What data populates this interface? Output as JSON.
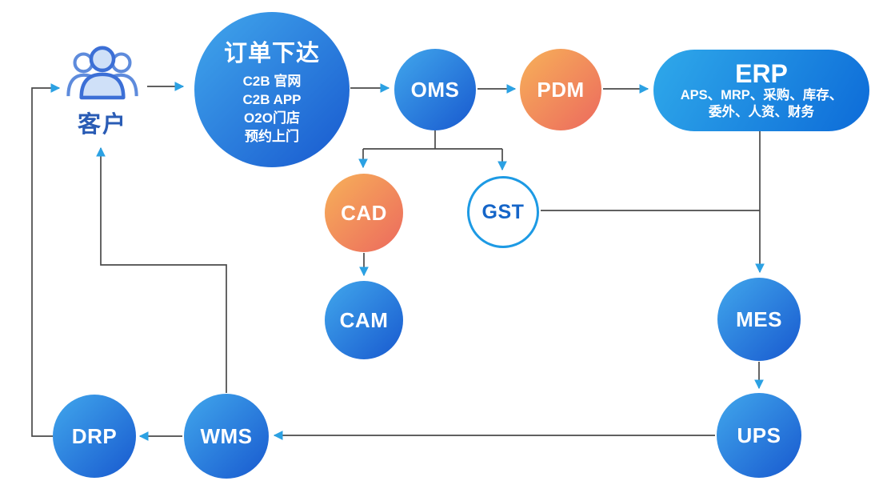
{
  "colors": {
    "blue_gradient_start": "#41a7ec",
    "blue_gradient_end": "#1859cf",
    "orange_gradient_start": "#f7b159",
    "orange_gradient_end": "#ec695e",
    "erp_gradient_start": "#2fa9ea",
    "erp_gradient_end": "#0d6bd8",
    "gst_border": "#1d9ae4",
    "gst_text": "#1565c8",
    "customer_text": "#2a5cb5",
    "line": "#4a4a4a",
    "arrow": "#2ba1e3",
    "node_text": "#ffffff"
  },
  "nodes": {
    "customer": {
      "label": "客户",
      "icon": "people-icon"
    },
    "order": {
      "title": "订单下达",
      "lines": [
        "C2B 官网",
        "C2B APP",
        "O2O门店",
        "预约上门"
      ]
    },
    "oms": {
      "label": "OMS"
    },
    "pdm": {
      "label": "PDM"
    },
    "erp": {
      "title": "ERP",
      "sub1": "APS、MRP、采购、库存、",
      "sub2": "委外、人资、财务"
    },
    "cad": {
      "label": "CAD"
    },
    "gst": {
      "label": "GST"
    },
    "cam": {
      "label": "CAM"
    },
    "mes": {
      "label": "MES"
    },
    "ups": {
      "label": "UPS"
    },
    "wms": {
      "label": "WMS"
    },
    "drp": {
      "label": "DRP"
    }
  }
}
